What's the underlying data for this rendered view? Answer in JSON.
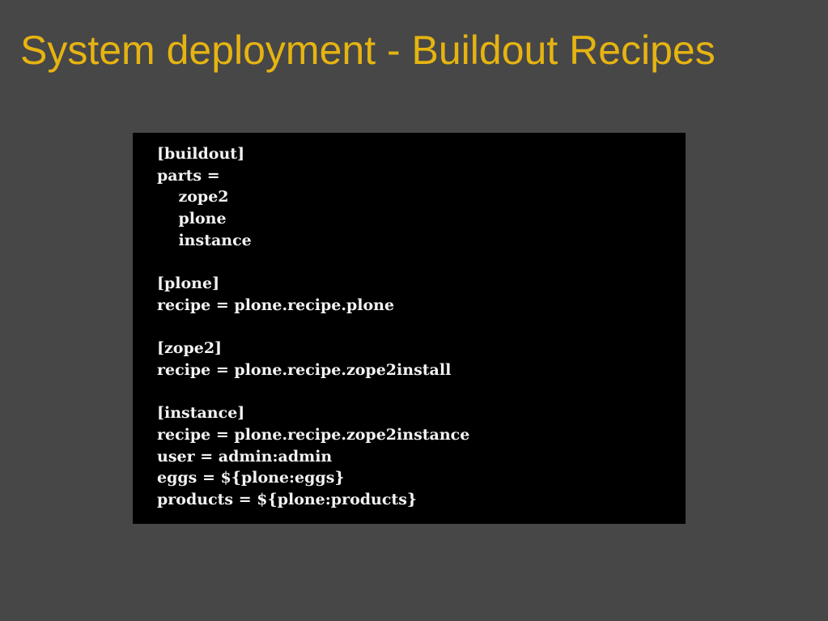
{
  "slide": {
    "title": "System deployment - Buildout Recipes",
    "colors": {
      "background": "#474747",
      "title": "#e6b411",
      "code_background": "#000000",
      "code_text": "#f2f2f2"
    }
  },
  "code": {
    "lines": [
      "[buildout]",
      "parts =",
      "    zope2",
      "    plone",
      "    instance",
      "",
      "[plone]",
      "recipe = plone.recipe.plone",
      "",
      "[zope2]",
      "recipe = plone.recipe.zope2install",
      "",
      "[instance]",
      "recipe = plone.recipe.zope2instance",
      "user = admin:admin",
      "eggs = ${plone:eggs}",
      "products = ${plone:products}"
    ]
  }
}
